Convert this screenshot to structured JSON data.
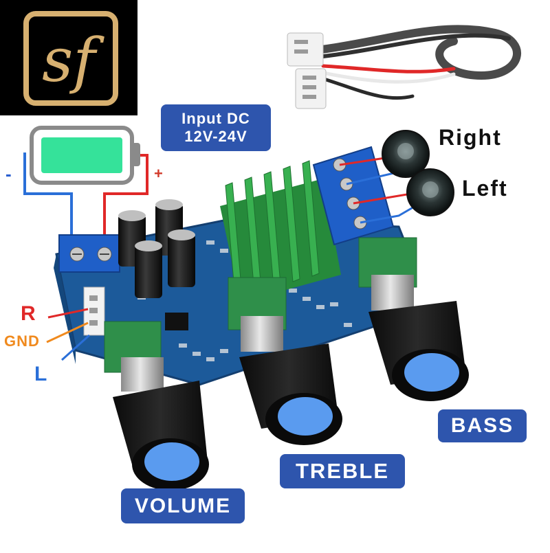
{
  "logo": {
    "text": "sf",
    "background": "#000000",
    "gold": "#d7b070"
  },
  "labels": {
    "input_line1": "Input DC",
    "input_line2": "12V-24V",
    "right": "Right",
    "left": "Left",
    "minus": "-",
    "plus": "+",
    "r": "R",
    "gnd": "GND",
    "l": "L",
    "bass": "BASS",
    "treble": "TREBLE",
    "volume": "VOLUME"
  },
  "colors": {
    "tag_blue": "#2e55ad",
    "pcb_blue": "#1c5a9a",
    "terminal_blue": "#1f5fc8",
    "heatsink_green": "#2f9a45",
    "battery_fill": "#35e29a",
    "wire_red": "#e02828",
    "wire_blue": "#2a6fd8",
    "wire_orange": "#f08a1e",
    "knob_cap": "#5a9bef"
  }
}
